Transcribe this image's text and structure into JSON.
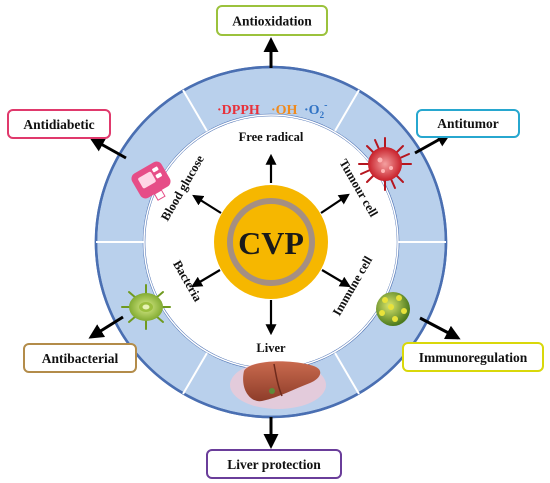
{
  "center": {
    "label": "CVP"
  },
  "radicals": {
    "dpph": "·DPPH",
    "oh": "·OH",
    "o2": "·O",
    "o2_sub": "2",
    "o2_sup": "-"
  },
  "segments": {
    "free_radical": "Free radical",
    "tumour_cell": "Tumour cell",
    "immune_cell": "Immune cell",
    "liver": "Liver",
    "bacteria": "Bacteria",
    "blood_glucose": "Blood glucose"
  },
  "outcomes": {
    "antioxidation": "Antioxidation",
    "antitumor": "Antitumor",
    "immunoregulation": "Immunoregulation",
    "liver_protection": "Liver protection",
    "antibacterial": "Antibacterial",
    "antidiabetic": "Antidiabetic"
  },
  "colors": {
    "ring_fill": "#b9d0ec",
    "ring_stroke": "#4a6fb2",
    "center_fill": "#f6b700",
    "center_ring": "#a58f82",
    "dpph": "#e8313b",
    "oh": "#f08a1d",
    "o2": "#2f72c4",
    "box_antioxidation": "#9bc23c",
    "box_antitumor": "#27a7cf",
    "box_immunoregulation": "#d9d80a",
    "box_liver_protection": "#6a3d9a",
    "box_antibacterial": "#b38c4a",
    "box_antidiabetic": "#e0396c"
  }
}
